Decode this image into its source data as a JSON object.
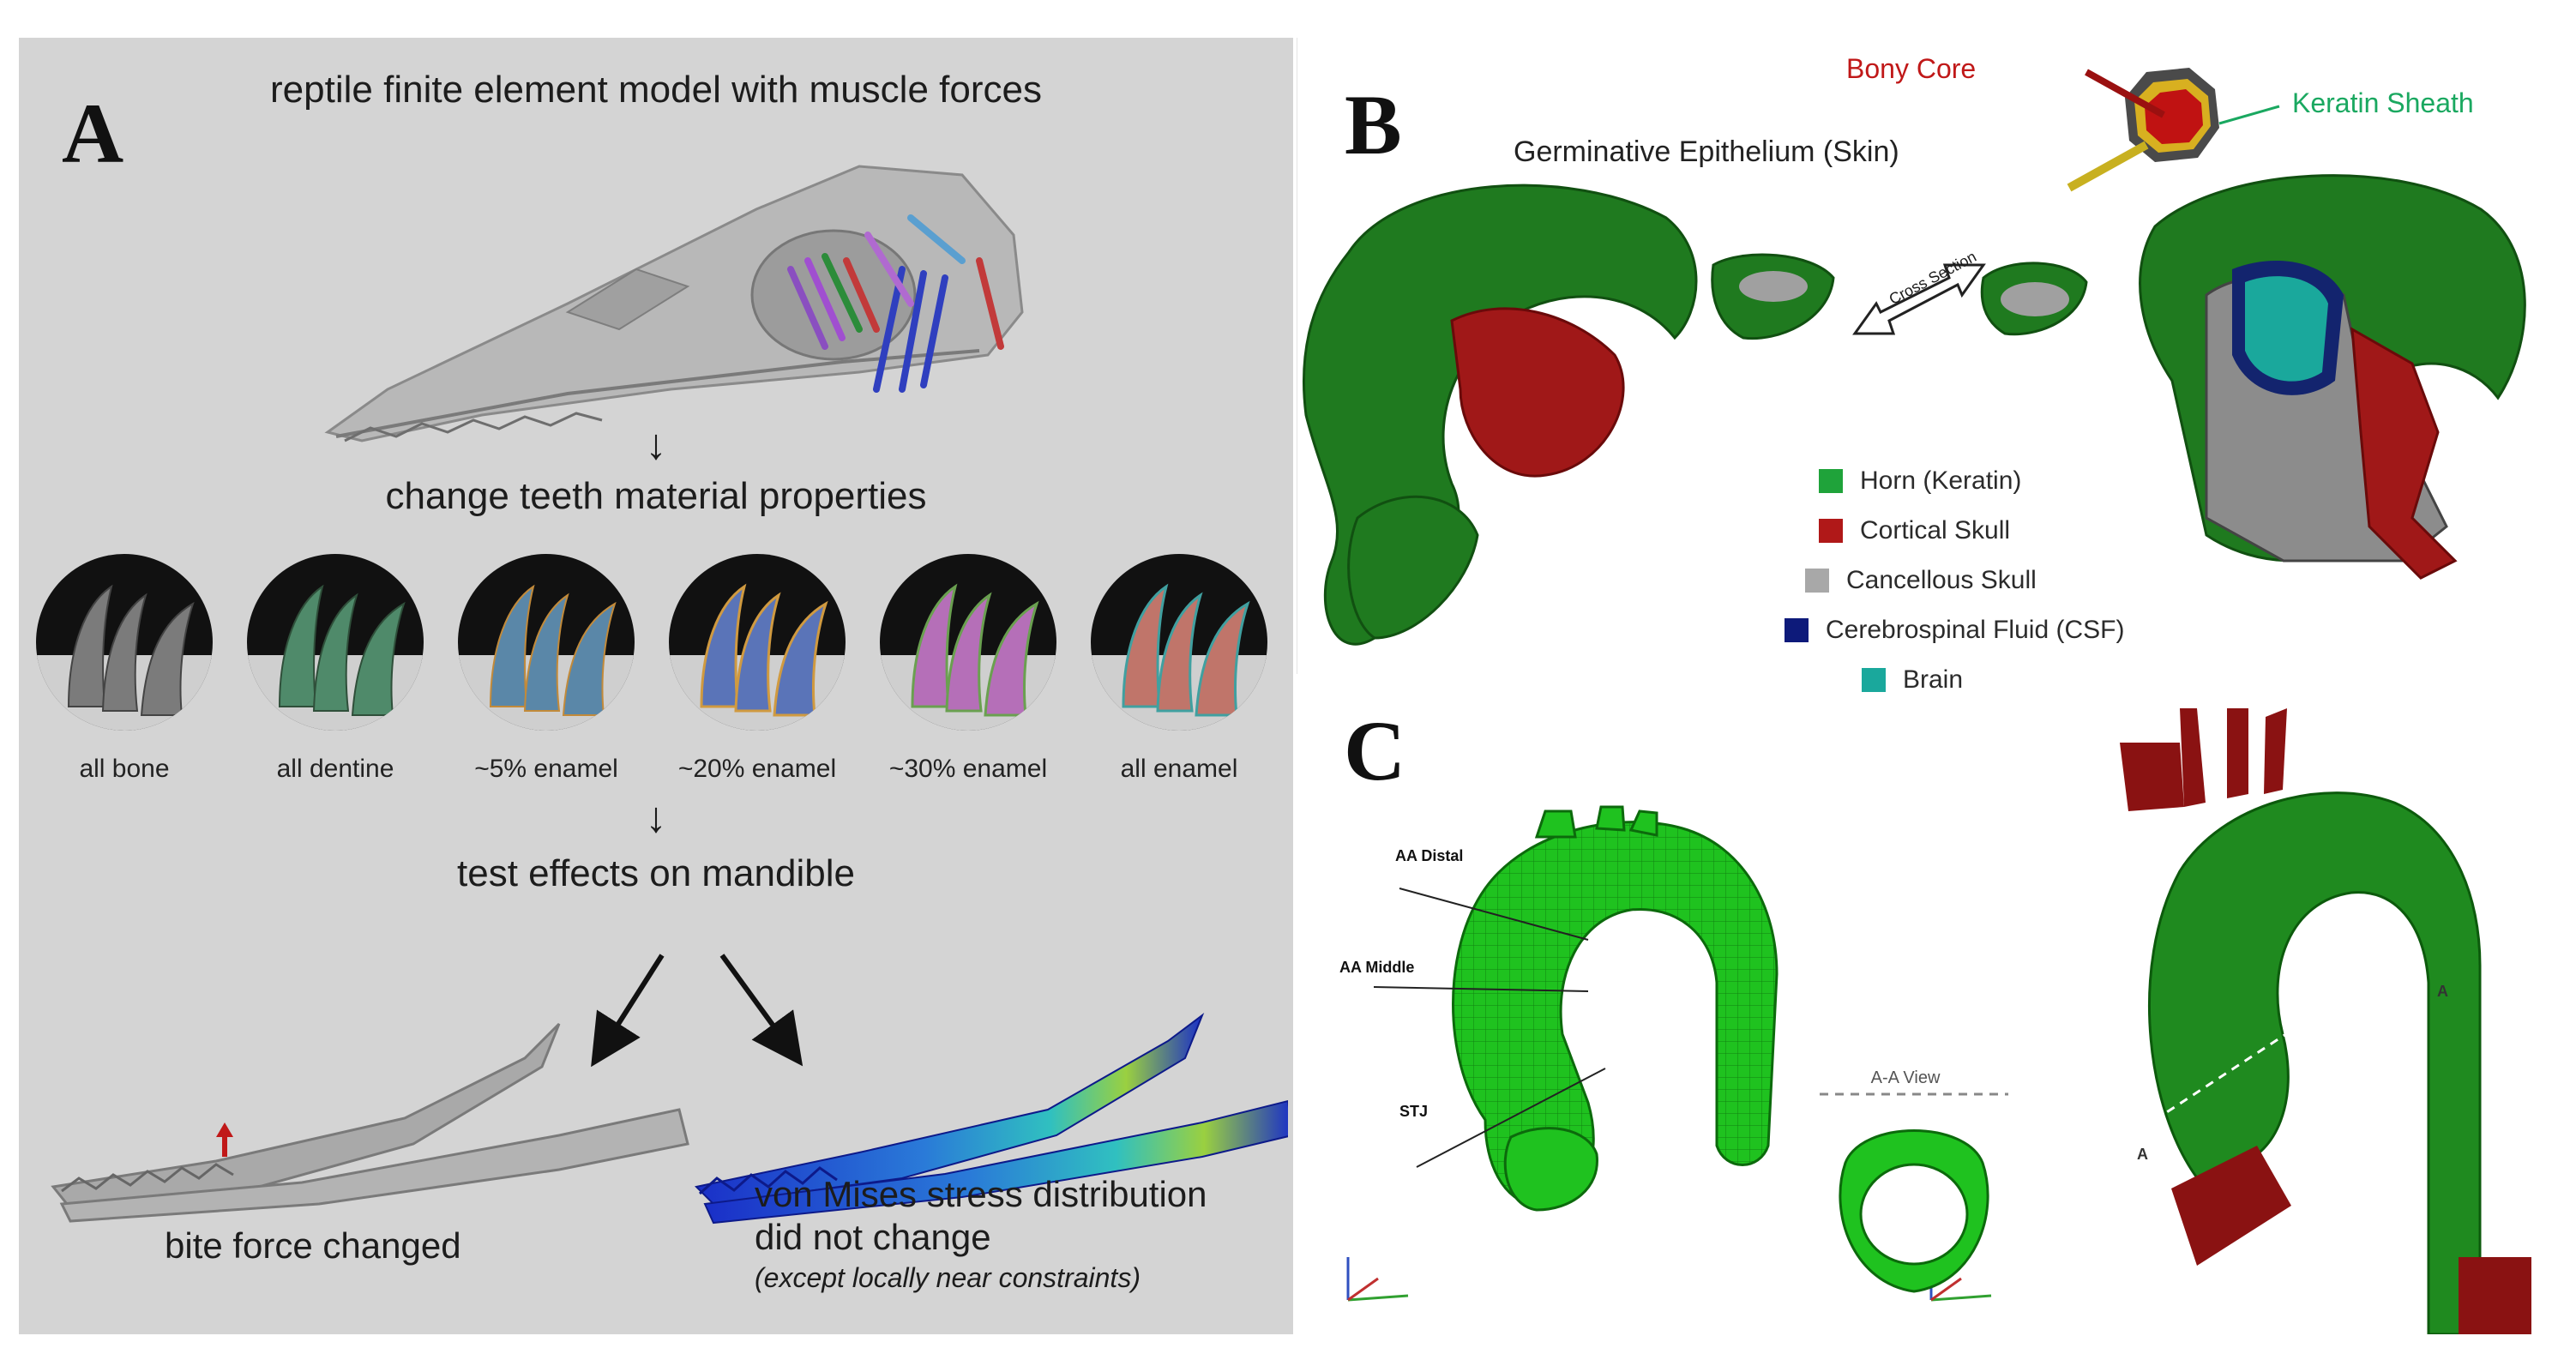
{
  "panel_a": {
    "label": "A",
    "title": "reptile finite element model with muscle forces",
    "step1": "change teeth material properties",
    "teeth": [
      {
        "label": "all bone",
        "color": "#7b7b7b"
      },
      {
        "label": "all dentine",
        "color": "#4f8a6a"
      },
      {
        "label": "~5% enamel",
        "color": "#5a87a8"
      },
      {
        "label": "~20% enamel",
        "color": "#5a74b8"
      },
      {
        "label": "~30% enamel",
        "color": "#b56fb8"
      },
      {
        "label": "all enamel",
        "color": "#c0756a"
      }
    ],
    "step2": "test effects on mandible",
    "result_left": "bite force changed",
    "result_right_line1": "von Mises stress distribution",
    "result_right_line2": "did not change",
    "result_right_note": "(except locally near constraints)"
  },
  "panel_b": {
    "label": "B",
    "bony_core": "Bony Core",
    "keratin_sheath": "Keratin Sheath",
    "germinative": "Germinative Epithelium (Skin)",
    "cross_section": "Cross Section",
    "legend": [
      {
        "label": "Horn (Keratin)",
        "color": "#1fa33a"
      },
      {
        "label": "Cortical Skull",
        "color": "#b01818"
      },
      {
        "label": "Cancellous Skull",
        "color": "#a8a8a8"
      },
      {
        "label": "Cerebrospinal Fluid (CSF)",
        "color": "#0d1a7a"
      },
      {
        "label": "Brain",
        "color": "#1aa89c"
      }
    ]
  },
  "panel_c": {
    "label": "C",
    "aa_distal": "AA Distal",
    "aa_middle": "AA Middle",
    "stj": "STJ",
    "aa_view": "A-A View",
    "a_top": "A",
    "a_left": "A"
  }
}
